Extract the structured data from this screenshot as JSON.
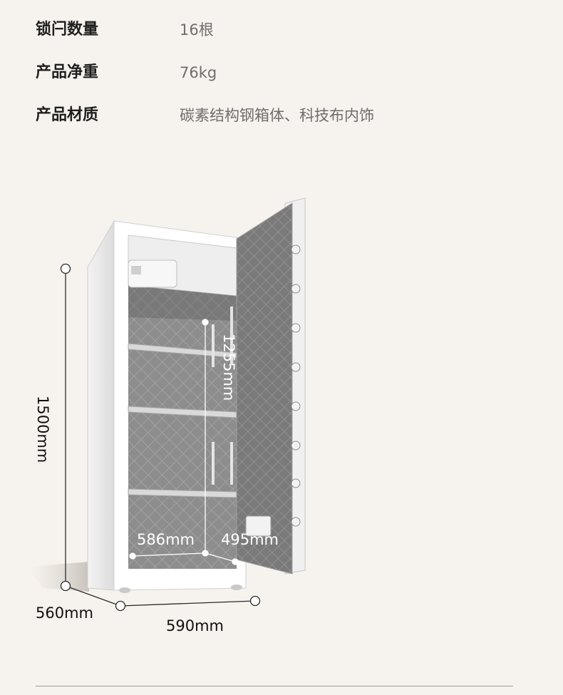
{
  "specs": [
    {
      "label": "锁闩数量",
      "value": "16根"
    },
    {
      "label": "产品净重",
      "value": "76kg"
    },
    {
      "label": "产品材质",
      "value": "碳素结构钢箱体、科技布内饰"
    }
  ],
  "dimensions": {
    "height": "1500mm",
    "inner_height": "1255mm",
    "inner_width": "586mm",
    "inner_depth": "495mm",
    "depth": "560mm",
    "width": "590mm"
  },
  "colors": {
    "background": "#f6f2ed",
    "label_text": "#1f1f1f",
    "value_text": "#6e6e6e"
  }
}
